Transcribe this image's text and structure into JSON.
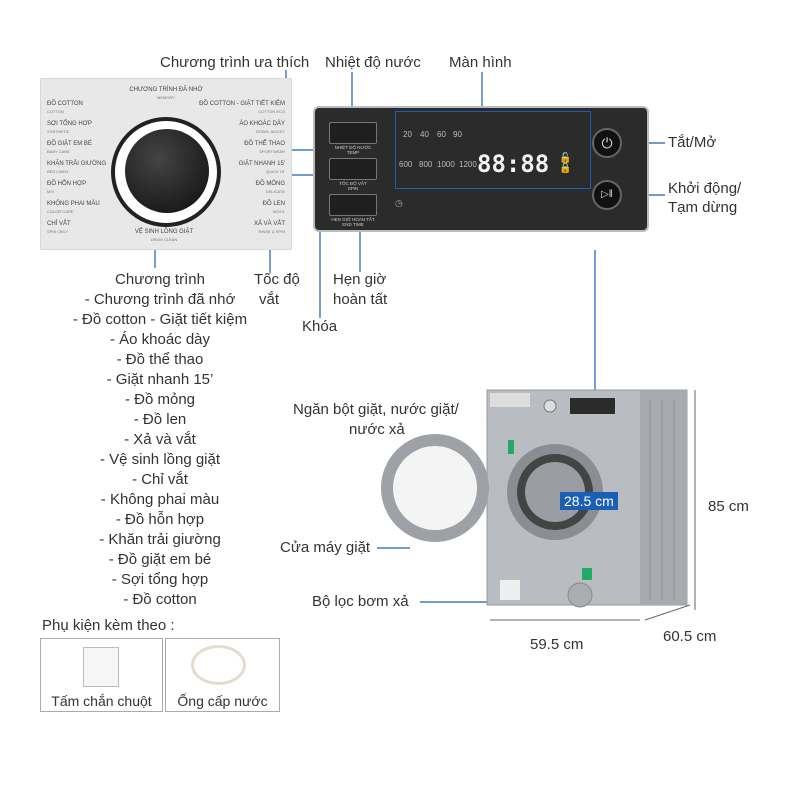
{
  "callouts": {
    "favorite": "Chương trình ưa thích",
    "water_temp": "Nhiệt độ nước",
    "screen": "Màn hình",
    "power": "Tắt/Mở",
    "start_pause_1": "Khởi động/",
    "start_pause_2": "Tạm dừng",
    "spin_1": "Tốc độ",
    "spin_2": "vắt",
    "timer_1": "Hẹn giờ",
    "timer_2": "hoàn tất",
    "lock": "Khóa"
  },
  "dial": {
    "top": "CHƯƠNG TRÌNH ĐÃ NHỚ",
    "top_en": "MEMORY",
    "bottom": "VỆ SINH LỒNG GIẶT",
    "bottom_en": "DRUM CLEAN",
    "left": [
      [
        "ĐỒ COTTON",
        "COTTON"
      ],
      [
        "SỢI TỔNG HỢP",
        "SYNTHETIC"
      ],
      [
        "ĐỒ GIẶT EM BÉ",
        "BABY CARE"
      ],
      [
        "KHĂN TRẢI GIƯỜNG",
        "BED LINEN"
      ],
      [
        "ĐỒ HỖN HỢP",
        "MIX"
      ],
      [
        "KHÔNG PHAI MÀU",
        "COLOR CARE"
      ],
      [
        "CHỈ VẮT",
        "SPIN ONLY"
      ]
    ],
    "right": [
      [
        "ĐỒ COTTON - GIẶT TIẾT KIỆM",
        "COTTON ECO"
      ],
      [
        "ÁO KHOÁC DÀY",
        "DOWN JACKET"
      ],
      [
        "ĐỒ THỂ THAO",
        "SPORTWEAR"
      ],
      [
        "GIẶT NHANH 15'",
        "QUICK 15'"
      ],
      [
        "ĐỒ MỎNG",
        "DELICATE"
      ],
      [
        "ĐỒ LEN",
        "WOOL"
      ],
      [
        "XẢ VÀ VẮT",
        "RINSE & SPIN"
      ]
    ]
  },
  "display": {
    "temps": [
      "20",
      "40",
      "60",
      "90"
    ],
    "speeds": [
      "600",
      "800",
      "1000",
      "1200"
    ],
    "clock": "88:88",
    "btn_temp": "NHIỆT ĐỘ NƯỚC",
    "btn_temp_en": "TEMP",
    "btn_spin": "TỐC ĐỘ VẮT",
    "btn_spin_en": "SPIN",
    "btn_timer": "HẸN GIỜ HOÀN TẤT",
    "btn_timer_en": "END TIME"
  },
  "programs": [
    "Chương trình",
    "- Chương trình đã nhớ",
    "- Đồ cotton - Giặt tiết kiệm",
    "- Áo khoác dày",
    "- Đồ thể thao",
    "- Giặt nhanh 15’",
    "- Đồ mỏng",
    "- Đồ len",
    "- Xả và vắt",
    "- Vệ sinh lồng giặt",
    "- Chỉ vắt",
    "- Không phai màu",
    "- Đồ hỗn hợp",
    "- Khăn trải giường",
    "- Đồ giặt em bé",
    "- Sợi tổng hợp",
    "- Đồ cotton"
  ],
  "accessories": {
    "title": "Phụ kiện kèm theo :",
    "items": [
      "Tấm chắn chuột",
      "Ống cấp nước"
    ]
  },
  "washer": {
    "detergent_1": "Ngăn bột giặt, nước giặt/",
    "detergent_2": "nước xả",
    "door": "Cửa máy giặt",
    "filter": "Bộ lọc bơm xả",
    "drum": "28.5 cm",
    "height": "85 cm",
    "width": "59.5 cm",
    "depth": "60.5 cm"
  },
  "colors": {
    "line": "#1a5fb4",
    "body": "#b9bcc0",
    "panel": "#2b2b2b"
  }
}
